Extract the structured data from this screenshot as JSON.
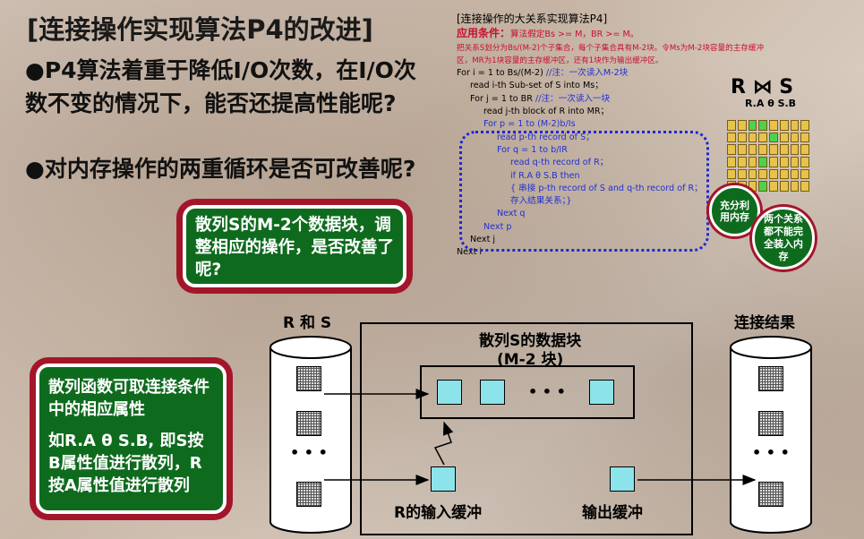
{
  "title": "[连接操作实现算法P4的改进]",
  "bullets": [
    "●P4算法着重于降低I/O次数，在I/O次数不变的情况下，能否还提高性能呢?",
    "●对内存操作的两重循环是否可改善呢?"
  ],
  "callout_top": "散列S的M-2个数据块，调整相应的操作，是否改善了呢?",
  "callout_left_1": "散列函数可取连接条件中的相应属性",
  "callout_left_2": "如R.A θ S.B, 即S按B属性值进行散列，R按A属性值进行散列",
  "code_panel": {
    "title": "[连接操作的大关系实现算法P4]",
    "cond_label": "应用条件：",
    "cond_text": "算法假定Bs >= M，BR >= M。",
    "red_line1": "把关系S划分为Bs/(M-2)个子集合，每个子集合具有M-2块。令Ms为M-2块容量的主存缓冲",
    "red_line2": "区，MR为1块容量的主存缓冲区，还有1块作为输出缓冲区。",
    "lines": [
      {
        "text": "For  i = 1 to Bs/(M-2)  ",
        "comment": "//注：一次读入M-2块",
        "indent": 0
      },
      {
        "text": "read i-th Sub-set of S into Ms；",
        "comment": "",
        "indent": 1
      },
      {
        "text": "For j = 1 to BR  ",
        "comment": "//注：一次读入一块",
        "indent": 1
      },
      {
        "text": "read j-th block of R into MR；",
        "comment": "",
        "indent": 2
      },
      {
        "text": "For  p = 1 to (M-2)b/Is",
        "comment": "",
        "indent": 2,
        "blue": true
      },
      {
        "text": "read p-th record of S；",
        "comment": "",
        "indent": 3,
        "blue": true
      },
      {
        "text": "For  q = 1 to b/IR",
        "comment": "",
        "indent": 3,
        "blue": true
      },
      {
        "text": "read q-th record of R；",
        "comment": "",
        "indent": 4,
        "blue": true
      },
      {
        "text": "if R.A θ S.B then",
        "comment": "",
        "indent": 4,
        "blue": true
      },
      {
        "text": "{ 串接 p-th record of S and q-th record of R；",
        "comment": "",
        "indent": 4,
        "blue": true
      },
      {
        "text": "存入结果关系；}",
        "comment": "",
        "indent": 4,
        "blue": true
      },
      {
        "text": "Next q",
        "comment": "",
        "indent": 3,
        "blue": true
      },
      {
        "text": "Next p",
        "comment": "",
        "indent": 2,
        "blue": true
      },
      {
        "text": "Next j",
        "comment": "",
        "indent": 1
      },
      {
        "text": "Next i",
        "comment": "",
        "indent": 0
      }
    ]
  },
  "join_symbol": "R ⋈ S",
  "join_cond": "R.A θ S.B",
  "circle1": "充分利用内存",
  "circle2": "两个关系都不能完全装入内存",
  "diagram": {
    "left_db": "R 和 S",
    "right_db": "连接结果",
    "hash_title": "散列S的数据块",
    "hash_sub": "(M-2 块)",
    "ellipsis": "• • •",
    "input_buf": "R的输入缓冲",
    "output_buf": "输出缓冲"
  },
  "colors": {
    "green_box": "#0e6b1e",
    "red_border": "#a4152a",
    "code_red": "#c8102e",
    "code_blue": "#2030d0",
    "buffer_fill": "#8ce4ea"
  }
}
